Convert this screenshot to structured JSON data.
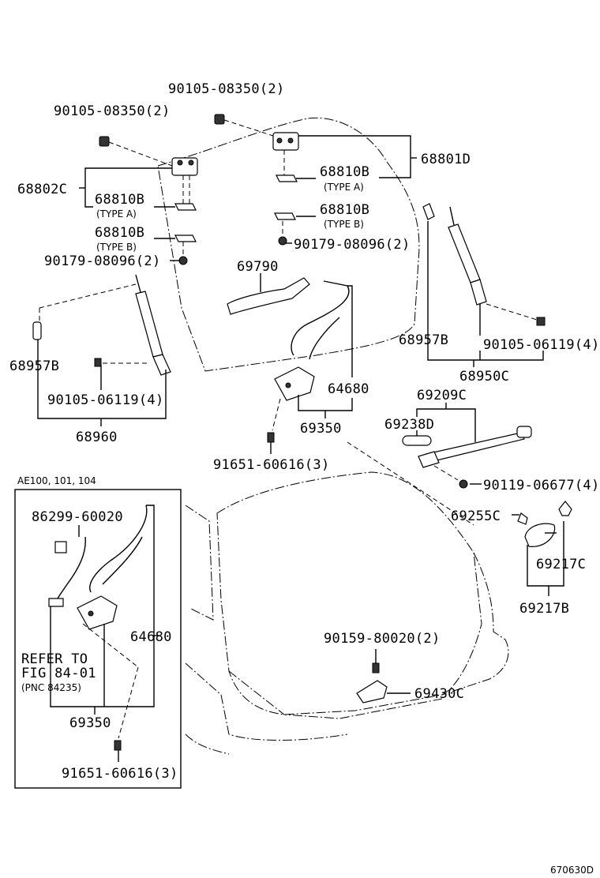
{
  "parts": {
    "p90105_08350_a": "90105-08350(2)",
    "p90105_08350_b": "90105-08350(2)",
    "p68801D": "68801D",
    "p68802C": "68802C",
    "p68810B_1": "68810B",
    "p68810B_2": "68810B",
    "p68810B_3": "68810B",
    "p68810B_4": "68810B",
    "typeA_1": "(TYPE A)",
    "typeA_2": "(TYPE A)",
    "typeB_1": "(TYPE B)",
    "typeB_2": "(TYPE B)",
    "p90179_a": "90179-08096(2)",
    "p90179_b": "90179-08096(2)",
    "p69790": "69790",
    "p68957B_l": "68957B",
    "p68957B_r": "68957B",
    "p90105_06119_l": "90105-06119(4)",
    "p90105_06119_r": "90105-06119(4)",
    "p68960": "68960",
    "p68950C": "68950C",
    "p64680_a": "64680",
    "p64680_b": "64680",
    "p69350_a": "69350",
    "p69350_b": "69350",
    "p69209C": "69209C",
    "p69238D": "69238D",
    "p91651_a": "91651-60616(3)",
    "p91651_b": "91651-60616(3)",
    "p90119": "90119-06677(4)",
    "p69255C": "69255C",
    "p69217C": "69217C",
    "p69217B": "69217B",
    "p86299": "86299-60020",
    "p90159": "90159-80020(2)",
    "p69430C": "69430C",
    "inset_title": "AE100, 101, 104",
    "refer_1": "REFER TO",
    "refer_2": "FIG 84-01",
    "refer_3": "(PNC 84235)",
    "figure_code": "670630D"
  }
}
